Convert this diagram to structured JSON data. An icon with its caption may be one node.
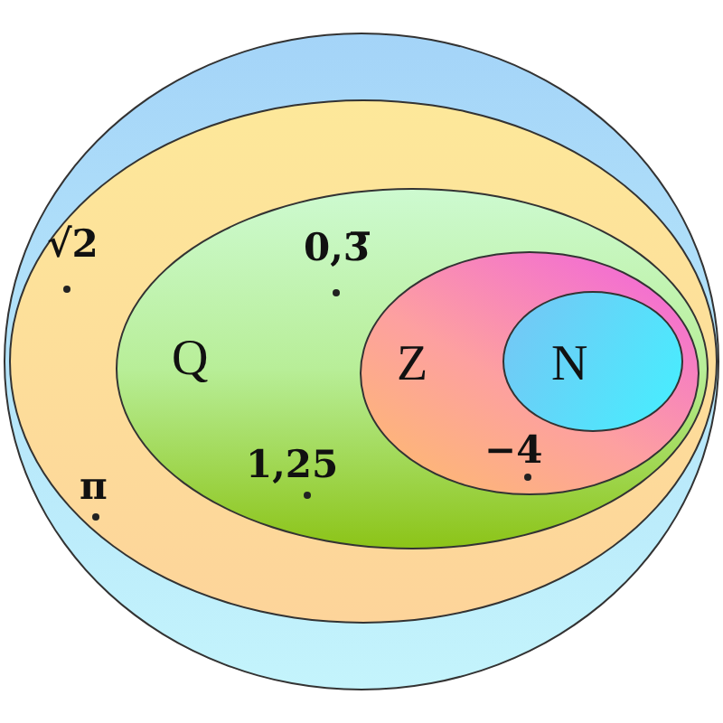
{
  "diagram": {
    "nodes": [
      {
        "text": [],
        "shape": "ellipse"
      },
      {
        "text": [],
        "shape": "ellipse",
        "in": 0
      },
      {
        "text": [
          "Q"
        ],
        "in": 1
      },
      {
        "text": [
          "Z"
        ],
        "in": 2
      },
      {
        "text": [
          "N"
        ],
        "in": 3
      }
    ],
    "labels": [
      "√2",
      "0,3̅",
      "1,25",
      "−4",
      "π"
    ]
  }
}
